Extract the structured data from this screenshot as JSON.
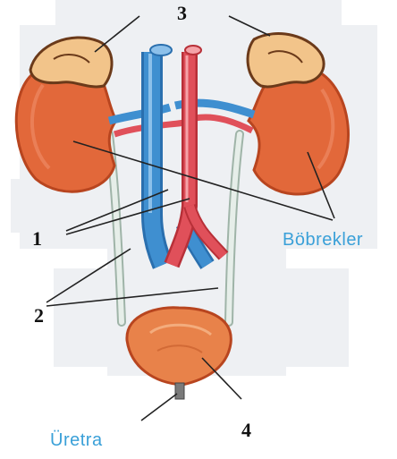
{
  "labels": {
    "n1": "1",
    "n2": "2",
    "n3": "3",
    "n4": "4",
    "kidneys": "Böbrekler",
    "urethra": "Üretra"
  },
  "colors": {
    "kidney": "#e2683a",
    "kidney_dark": "#b8451f",
    "adrenal": "#f2c48a",
    "adrenal_dark": "#6b3a1a",
    "vein": "#3f8fd0",
    "artery": "#e0505a",
    "ureter": "#d8e4dc",
    "bladder": "#e8824a",
    "label_blue": "#3aa0d8",
    "backdrop": "#eef0f3"
  }
}
